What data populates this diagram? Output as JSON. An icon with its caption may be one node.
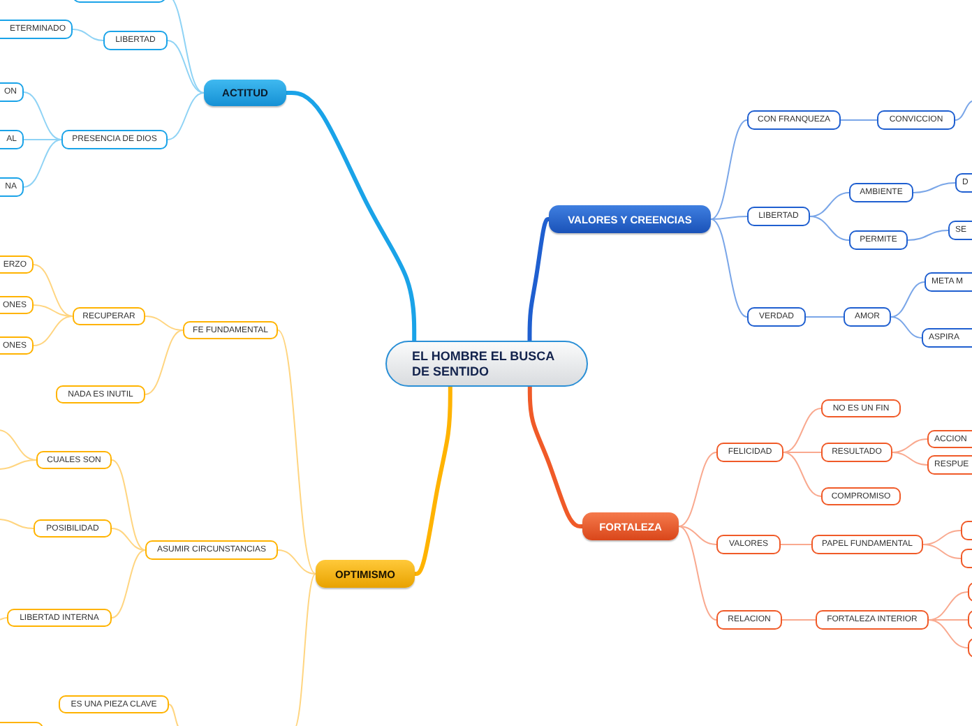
{
  "diagram": {
    "nodes": [
      {
        "text": [
          "EL HOMBRE EL BUSCA DE SENTIDO"
        ]
      },
      {
        "text": [
          "ACTITUD"
        ]
      },
      {
        "text": [],
        "shape": "box"
      },
      {
        "text": [
          "LIBERTAD"
        ]
      },
      {
        "text": [
          "ETERMINADO"
        ]
      },
      {
        "text": [
          "PRESENCIA DE DIOS"
        ]
      },
      {
        "text": [
          "ON"
        ]
      },
      {
        "text": [
          "AL"
        ]
      },
      {
        "text": [
          "NA"
        ]
      },
      {
        "text": [
          "OPTIMISMO"
        ]
      },
      {
        "text": [
          "FE FUNDAMENTAL"
        ]
      },
      {
        "text": [
          "RECUPERAR"
        ]
      },
      {
        "text": [
          "ERZO"
        ]
      },
      {
        "text": [
          "ONES"
        ]
      },
      {
        "text": [
          "ONES"
        ]
      },
      {
        "text": [
          "NADA ES INUTIL"
        ]
      },
      {
        "text": [
          "ASUMIR CIRCUNSTANCIAS"
        ]
      },
      {
        "text": [
          "CUALES SON"
        ]
      },
      {
        "text": [
          "POSIBILIDAD"
        ]
      },
      {
        "text": [
          "LIBERTAD INTERNA"
        ]
      },
      {
        "text": [
          "ES UNA PIEZA CLAVE"
        ]
      },
      {
        "text": [],
        "shape": "box"
      },
      {
        "text": [
          "VALORES Y CREENCIAS"
        ]
      },
      {
        "text": [
          "CON FRANQUEZA"
        ]
      },
      {
        "text": [
          "CONVICCION"
        ]
      },
      {
        "text": [
          "LIBERTAD"
        ]
      },
      {
        "text": [
          "AMBIENTE"
        ]
      },
      {
        "text": [
          "D"
        ]
      },
      {
        "text": [
          "PERMITE"
        ]
      },
      {
        "text": [
          "SE"
        ]
      },
      {
        "text": [
          "VERDAD"
        ]
      },
      {
        "text": [
          "AMOR"
        ]
      },
      {
        "text": [
          "META M"
        ]
      },
      {
        "text": [
          "ASPIRA"
        ]
      },
      {
        "text": [
          "FORTALEZA"
        ]
      },
      {
        "text": [
          "FELICIDAD"
        ]
      },
      {
        "text": [
          "NO ES UN FIN"
        ]
      },
      {
        "text": [
          "RESULTADO"
        ]
      },
      {
        "text": [
          "ACCION"
        ]
      },
      {
        "text": [
          "RESPUE"
        ]
      },
      {
        "text": [
          "COMPROMISO"
        ]
      },
      {
        "text": [
          "VALORES"
        ]
      },
      {
        "text": [
          "PAPEL FUNDAMENTAL"
        ]
      },
      {
        "text": [],
        "shape": "box"
      },
      {
        "text": [],
        "shape": "box"
      },
      {
        "text": [
          "RELACION"
        ]
      },
      {
        "text": [
          "FORTALEZA INTERIOR"
        ]
      },
      {
        "text": [],
        "shape": "box"
      },
      {
        "text": [],
        "shape": "box"
      },
      {
        "text": [],
        "shape": "box"
      }
    ],
    "edges": [
      {
        "from": 0,
        "to": 1,
        "arrow": "none",
        "style": "thick",
        "color": "#1aa3e8"
      },
      {
        "from": 0,
        "to": 22,
        "arrow": "none",
        "style": "thick",
        "color": "#1f5fd0"
      },
      {
        "from": 0,
        "to": 34,
        "arrow": "none",
        "style": "thick",
        "color": "#f05a28"
      },
      {
        "from": 0,
        "to": 9,
        "arrow": "none",
        "style": "thick",
        "color": "#ffb300"
      },
      {
        "from": 1,
        "to": 2,
        "arrow": "none",
        "color": "#8fd3f5"
      },
      {
        "from": 1,
        "to": 3,
        "arrow": "none",
        "color": "#8fd3f5"
      },
      {
        "from": 1,
        "to": 5,
        "arrow": "none",
        "color": "#8fd3f5"
      },
      {
        "from": 3,
        "to": 4,
        "arrow": "none",
        "color": "#8fd3f5"
      },
      {
        "from": 5,
        "to": 6,
        "arrow": "none",
        "color": "#8fd3f5"
      },
      {
        "from": 5,
        "to": 7,
        "arrow": "none",
        "color": "#8fd3f5"
      },
      {
        "from": 5,
        "to": 8,
        "arrow": "none",
        "color": "#8fd3f5"
      },
      {
        "from": 9,
        "to": 10,
        "arrow": "none",
        "color": "#ffd580"
      },
      {
        "from": 9,
        "to": 16,
        "arrow": "none",
        "color": "#ffd580"
      },
      {
        "from": 9,
        "to": null,
        "arrow": "none",
        "color": "#ffd580"
      },
      {
        "from": 10,
        "to": 11,
        "arrow": "none",
        "color": "#ffd580"
      },
      {
        "from": 10,
        "to": 15,
        "arrow": "none",
        "color": "#ffd580"
      },
      {
        "from": 11,
        "to": 12,
        "arrow": "none",
        "color": "#ffd580"
      },
      {
        "from": 11,
        "to": 13,
        "arrow": "none",
        "color": "#ffd580"
      },
      {
        "from": 11,
        "to": 14,
        "arrow": "none",
        "color": "#ffd580"
      },
      {
        "from": 16,
        "to": 17,
        "arrow": "none",
        "color": "#ffd580"
      },
      {
        "from": 16,
        "to": 18,
        "arrow": "none",
        "color": "#ffd580"
      },
      {
        "from": 16,
        "to": 19,
        "arrow": "none",
        "color": "#ffd580"
      },
      {
        "from": 17,
        "to": null,
        "arrow": "none",
        "color": "#ffd580"
      },
      {
        "from": 17,
        "to": null,
        "arrow": "none",
        "color": "#ffd580"
      },
      {
        "from": 18,
        "to": null,
        "arrow": "none",
        "color": "#ffd580"
      },
      {
        "from": 19,
        "to": null,
        "arrow": "none",
        "color": "#ffd580"
      },
      {
        "from": null,
        "to": 20,
        "arrow": "none",
        "color": "#ffd580"
      },
      {
        "from": 22,
        "to": 23,
        "arrow": "none",
        "color": "#7aa6e8"
      },
      {
        "from": 22,
        "to": 25,
        "arrow": "none",
        "color": "#7aa6e8"
      },
      {
        "from": 22,
        "to": 30,
        "arrow": "none",
        "color": "#7aa6e8"
      },
      {
        "from": 23,
        "to": 24,
        "arrow": "none",
        "color": "#7aa6e8"
      },
      {
        "from": 24,
        "to": null,
        "arrow": "none",
        "color": "#7aa6e8"
      },
      {
        "from": 25,
        "to": 26,
        "arrow": "none",
        "color": "#7aa6e8"
      },
      {
        "from": 25,
        "to": 28,
        "arrow": "none",
        "color": "#7aa6e8"
      },
      {
        "from": 26,
        "to": 27,
        "arrow": "none",
        "color": "#7aa6e8"
      },
      {
        "from": 28,
        "to": 29,
        "arrow": "none",
        "color": "#7aa6e8"
      },
      {
        "from": 30,
        "to": 31,
        "arrow": "none",
        "color": "#7aa6e8"
      },
      {
        "from": 31,
        "to": 32,
        "arrow": "none",
        "color": "#7aa6e8"
      },
      {
        "from": 31,
        "to": 33,
        "arrow": "none",
        "color": "#7aa6e8"
      },
      {
        "from": 34,
        "to": 35,
        "arrow": "none",
        "color": "#f9a98f"
      },
      {
        "from": 34,
        "to": 41,
        "arrow": "none",
        "color": "#f9a98f"
      },
      {
        "from": 34,
        "to": 45,
        "arrow": "none",
        "color": "#f9a98f"
      },
      {
        "from": 35,
        "to": 36,
        "arrow": "none",
        "color": "#f9a98f"
      },
      {
        "from": 35,
        "to": 37,
        "arrow": "none",
        "color": "#f9a98f"
      },
      {
        "from": 35,
        "to": 40,
        "arrow": "none",
        "color": "#f9a98f"
      },
      {
        "from": 37,
        "to": 38,
        "arrow": "none",
        "color": "#f9a98f"
      },
      {
        "from": 37,
        "to": 39,
        "arrow": "none",
        "color": "#f9a98f"
      },
      {
        "from": 41,
        "to": 42,
        "arrow": "none",
        "color": "#f9a98f"
      },
      {
        "from": 42,
        "to": 43,
        "arrow": "none",
        "color": "#f9a98f"
      },
      {
        "from": 42,
        "to": 44,
        "arrow": "none",
        "color": "#f9a98f"
      },
      {
        "from": 45,
        "to": 46,
        "arrow": "none",
        "color": "#f9a98f"
      },
      {
        "from": 46,
        "to": 47,
        "arrow": "none",
        "color": "#f9a98f"
      },
      {
        "from": 46,
        "to": 48,
        "arrow": "none",
        "color": "#f9a98f"
      },
      {
        "from": 46,
        "to": 49,
        "arrow": "none",
        "color": "#f9a98f"
      }
    ]
  }
}
